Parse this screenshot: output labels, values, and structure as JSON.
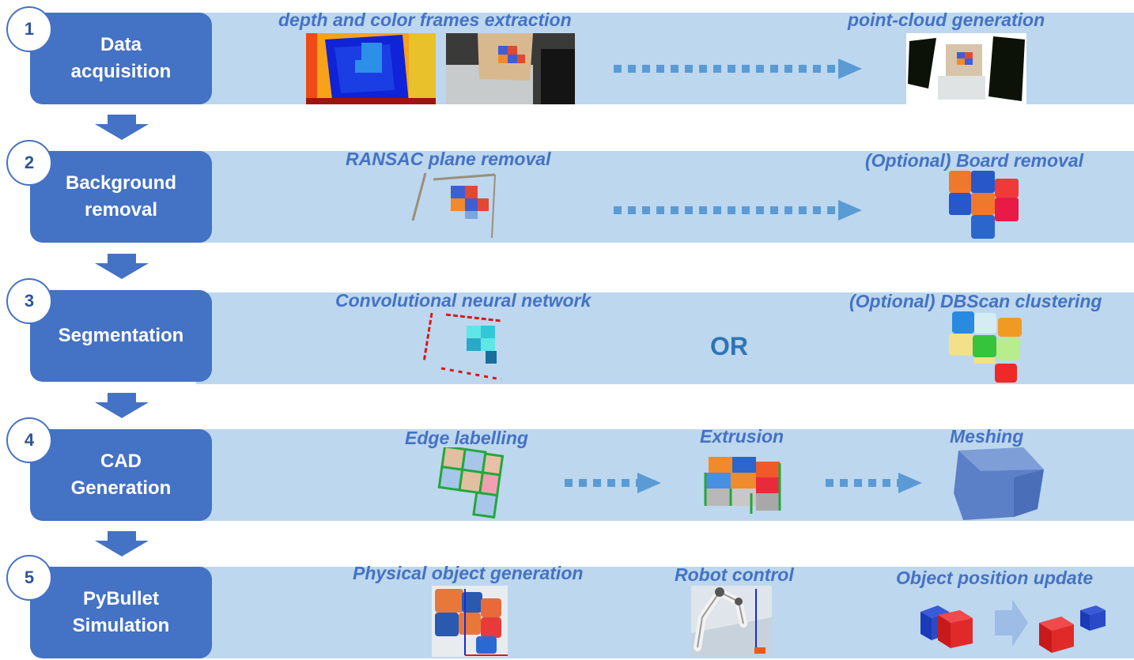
{
  "steps": [
    {
      "number": "1",
      "line1": "Data",
      "line2": "acquisition"
    },
    {
      "number": "2",
      "line1": "Background",
      "line2": "removal"
    },
    {
      "number": "3",
      "line1": "Segmentation",
      "line2": ""
    },
    {
      "number": "4",
      "line1": "CAD",
      "line2": "Generation"
    },
    {
      "number": "5",
      "line1": "PyBullet",
      "line2": "Simulation"
    }
  ],
  "labels": {
    "depth_color": "depth and color frames extraction",
    "point_cloud": "point-cloud generation",
    "ransac": "RANSAC plane removal",
    "board_removal": "(Optional)  Board removal",
    "cnn": "Convolutional neural network",
    "dbscan": "(Optional) DBScan clustering",
    "or": "OR",
    "edge_labelling": "Edge labelling",
    "extrusion": "Extrusion",
    "meshing": "Meshing",
    "physical_object": "Physical object generation",
    "robot_control": "Robot control",
    "object_position": "Object position update"
  },
  "colors": {
    "band": "#bdd7ee",
    "step_box": "#4472c4",
    "label_text": "#4472c4",
    "arrow": "#5b9bd5"
  }
}
